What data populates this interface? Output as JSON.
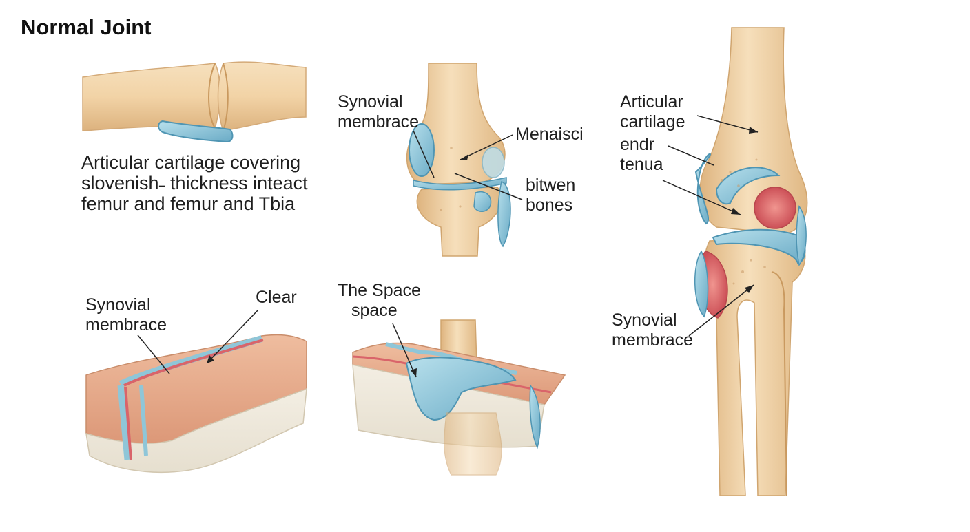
{
  "title": "Normal Joint",
  "description": [
    "Articular cartilage covering",
    "slovenish˗ thickness inteact",
    "femur  and femur and Tbia"
  ],
  "knee_front": {
    "synovial": [
      "Synovial",
      "membrace"
    ],
    "menisci": [
      "Menaisci"
    ],
    "between": [
      "bitwen",
      "bones"
    ]
  },
  "knee_side": {
    "articular": [
      "Articular",
      "cartilage"
    ],
    "endr": [
      "endr",
      "tenua"
    ],
    "synovial": [
      "Synovial",
      "membrace"
    ]
  },
  "block_left": {
    "synovial": [
      "Synovial",
      "membrace"
    ],
    "clear": [
      "Clear"
    ]
  },
  "block_mid": {
    "space": [
      "The Space",
      "space"
    ]
  },
  "colors": {
    "bone": "#f0d2a6",
    "bone_shadow": "#d9ad77",
    "cartilage": "#8fc6d8",
    "cartilage_edge": "#4f95b3",
    "membrane_red": "#d9646a",
    "muscle": "#e2a286",
    "tissue": "#f1ece0"
  }
}
